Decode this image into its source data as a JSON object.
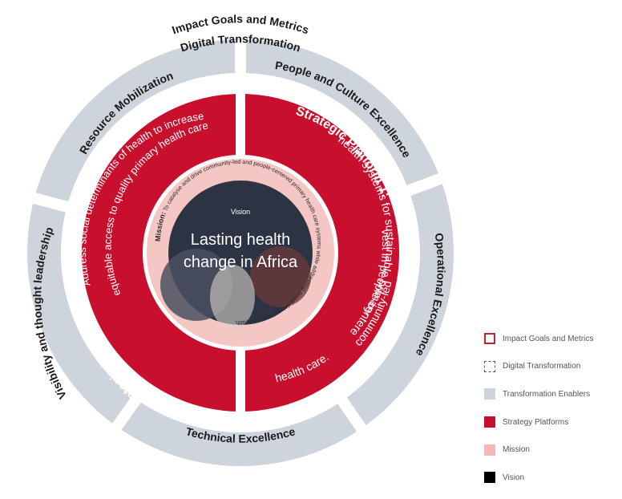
{
  "diagram": {
    "outer_ring_top_label": "Impact Goals and Metrics",
    "dashed_ring_label": "Digital Transformation",
    "enablers": {
      "resource_mobilization": "Resource Mobilization",
      "people_culture": "People and Culture Excellence",
      "operational": "Operational Excellence",
      "technical": "Technical Excellence",
      "visibility": "Visibility and thought leadership"
    },
    "platform_1": {
      "title": "Strategic Platform 1:",
      "text_line1": "Invest in people-centered",
      "text_line2": "health systems for sustainable primary",
      "text_line3": "community-led",
      "text_line4": "health care."
    },
    "platform_2": {
      "title": "Strategic Platform 2:",
      "text_line1": "Address social determinants of health to increase",
      "text_line2": "equitable access to quality primary health care."
    },
    "mission": {
      "label": "Mission:",
      "text": "To catalyse and drive community-led and people-centered primary health care systems while addressing social determinants of health."
    },
    "vision": {
      "label": "Vision",
      "line1": "Lasting health",
      "line2": "change in Africa"
    }
  },
  "legend": [
    {
      "label": "Impact Goals and Metrics",
      "style": "outline",
      "color": "#c0262c"
    },
    {
      "label": "Digital Transformation",
      "style": "dashed",
      "color": "#555555"
    },
    {
      "label": "Transformation Enablers",
      "style": "fill",
      "color": "#cdd4dc"
    },
    {
      "label": "Strategy Platforms",
      "style": "fill",
      "color": "#c8102e"
    },
    {
      "label": "Mission",
      "style": "fill",
      "color": "#f4b8b6"
    },
    {
      "label": "Vision",
      "style": "fill",
      "color": "#000000"
    }
  ],
  "colors": {
    "platform_red": "#c8102e",
    "enabler_grey": "#cdd4dc",
    "mission_pink": "#f4c7c4",
    "vision_dark": "#2c3444"
  }
}
